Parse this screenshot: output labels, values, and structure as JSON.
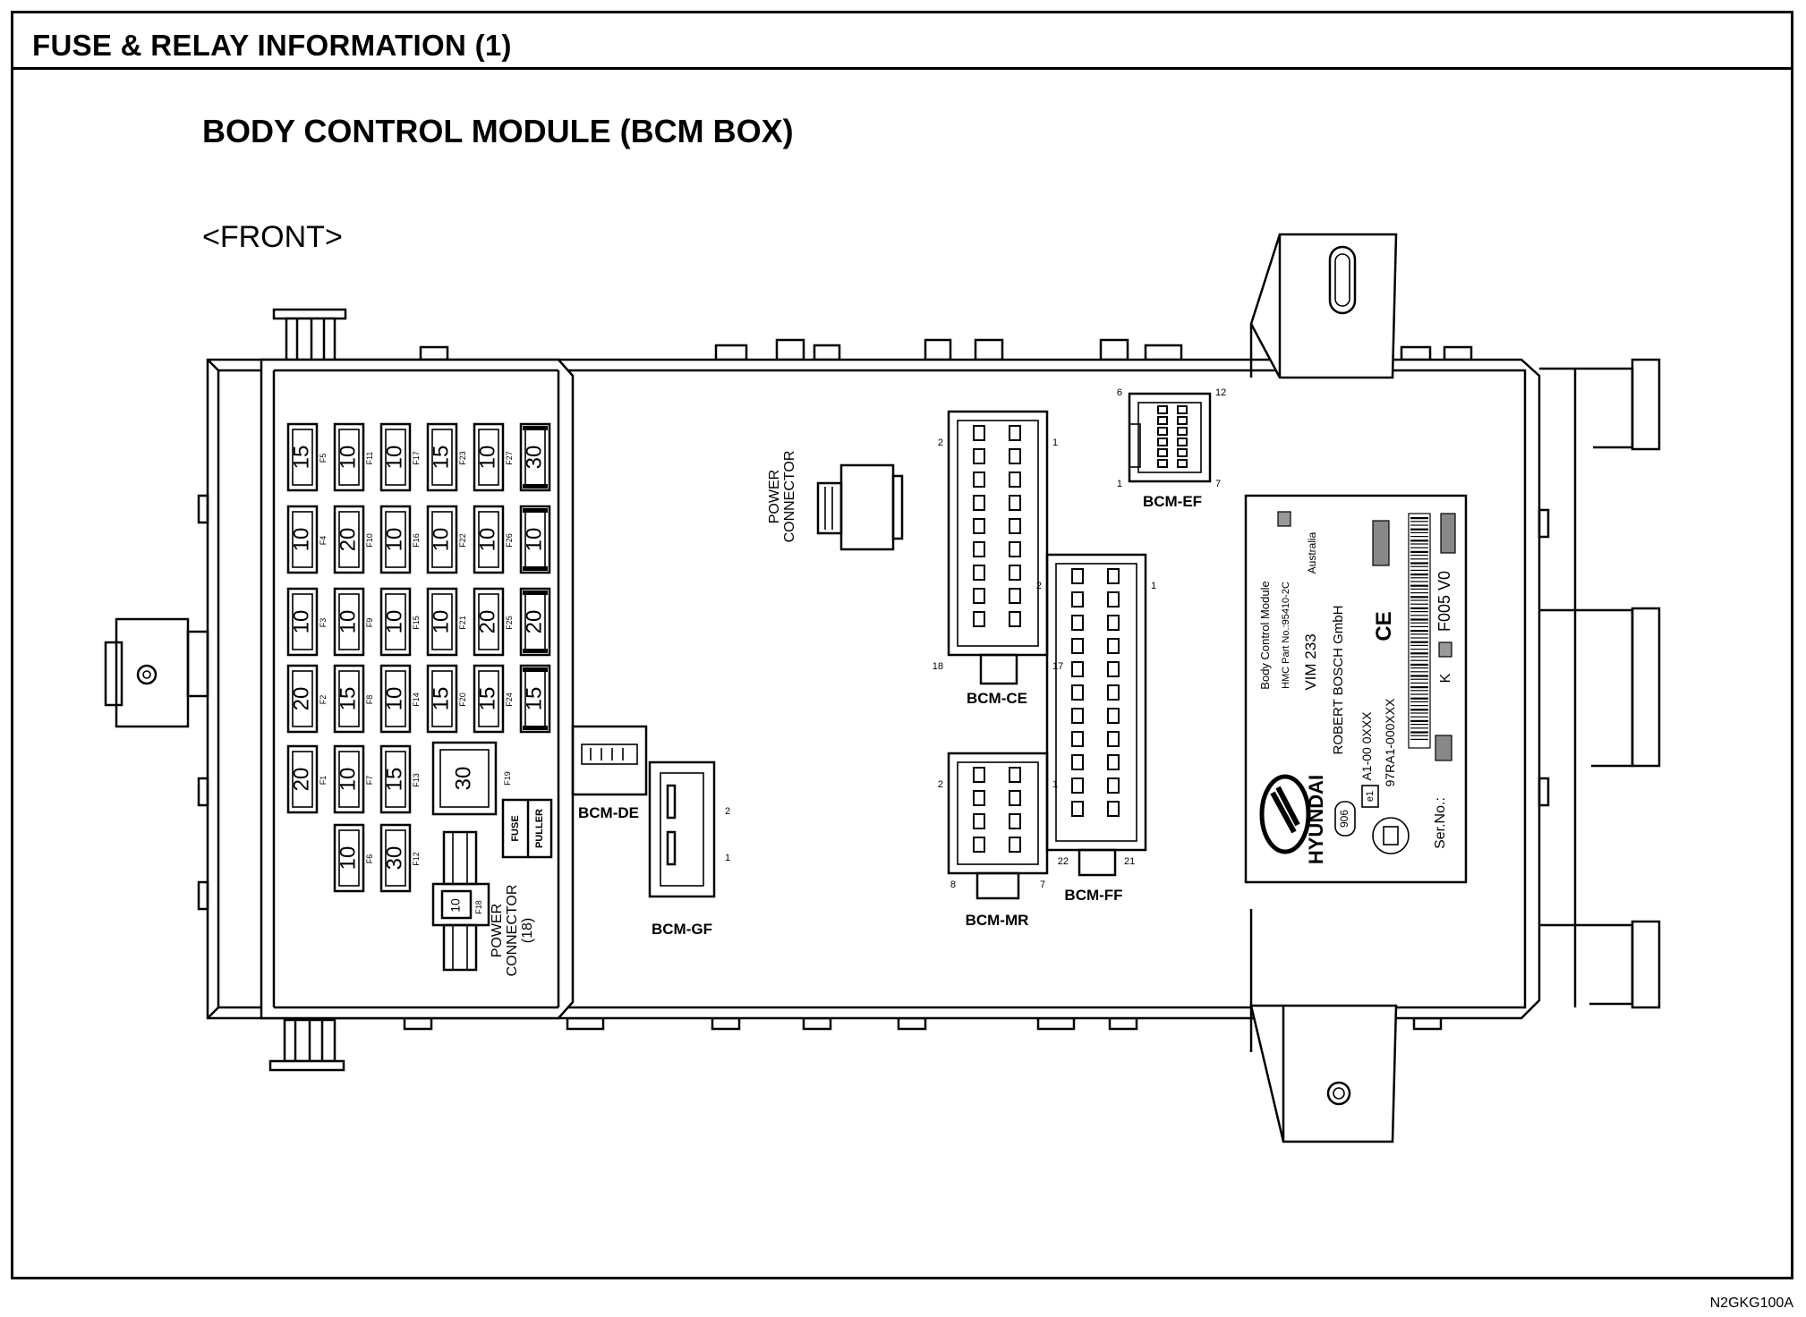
{
  "header": {
    "title": "FUSE & RELAY INFORMATION (1)"
  },
  "diagram": {
    "title": "BODY CONTROL MODULE (BCM BOX)",
    "view": "<FRONT>",
    "figure_code": "N2GKG100A",
    "fuses": [
      {
        "id": "F5",
        "amp": "15",
        "col": 0,
        "row": 0
      },
      {
        "id": "F11",
        "amp": "10",
        "col": 1,
        "row": 0
      },
      {
        "id": "F17",
        "amp": "10",
        "col": 2,
        "row": 0
      },
      {
        "id": "F23",
        "amp": "15",
        "col": 3,
        "row": 0
      },
      {
        "id": "F27",
        "amp": "10",
        "col": 4,
        "row": 0
      },
      {
        "id": "",
        "amp": "30",
        "col": 5,
        "row": 0
      },
      {
        "id": "F4",
        "amp": "10",
        "col": 0,
        "row": 1
      },
      {
        "id": "F10",
        "amp": "20",
        "col": 1,
        "row": 1
      },
      {
        "id": "F16",
        "amp": "10",
        "col": 2,
        "row": 1
      },
      {
        "id": "F22",
        "amp": "10",
        "col": 3,
        "row": 1
      },
      {
        "id": "F26",
        "amp": "10",
        "col": 4,
        "row": 1
      },
      {
        "id": "",
        "amp": "10",
        "col": 5,
        "row": 1
      },
      {
        "id": "F3",
        "amp": "10",
        "col": 0,
        "row": 2
      },
      {
        "id": "F9",
        "amp": "10",
        "col": 1,
        "row": 2
      },
      {
        "id": "F15",
        "amp": "10",
        "col": 2,
        "row": 2
      },
      {
        "id": "F21",
        "amp": "10",
        "col": 3,
        "row": 2
      },
      {
        "id": "F25",
        "amp": "20",
        "col": 4,
        "row": 2
      },
      {
        "id": "",
        "amp": "20",
        "col": 5,
        "row": 2
      },
      {
        "id": "F2",
        "amp": "20",
        "col": 0,
        "row": 3
      },
      {
        "id": "F8",
        "amp": "15",
        "col": 1,
        "row": 3
      },
      {
        "id": "F14",
        "amp": "10",
        "col": 2,
        "row": 3
      },
      {
        "id": "F20",
        "amp": "15",
        "col": 3,
        "row": 3
      },
      {
        "id": "F24",
        "amp": "15",
        "col": 4,
        "row": 3
      },
      {
        "id": "",
        "amp": "15",
        "col": 5,
        "row": 3
      },
      {
        "id": "F1",
        "amp": "20",
        "col": 0,
        "row": 4
      },
      {
        "id": "F7",
        "amp": "10",
        "col": 1,
        "row": 4
      },
      {
        "id": "F13",
        "amp": "15",
        "col": 2,
        "row": 4
      },
      {
        "id": "F6",
        "amp": "10",
        "col": 1,
        "row": 5
      },
      {
        "id": "F12",
        "amp": "30",
        "col": 2,
        "row": 5
      }
    ],
    "big_fuse": {
      "id": "F19",
      "amp": "30"
    },
    "fuse_18": {
      "id": "F18",
      "amp": "10"
    },
    "fuse_puller": {
      "line1": "FUSE",
      "line2": "PULLER"
    },
    "power_connector_top": {
      "line1": "POWER",
      "line2": "CONNECTOR"
    },
    "power_connector_bottom": {
      "line1": "POWER",
      "line2": "CONNECTOR",
      "line3": "(18)"
    },
    "connectors": {
      "ce": {
        "name": "BCM-CE",
        "pin_tl": "2",
        "pin_tr": "1",
        "pin_bl": "18",
        "pin_br": "17"
      },
      "ef": {
        "name": "BCM-EF",
        "pin_tl": "6",
        "pin_tr": "12",
        "pin_bl": "1",
        "pin_br": "7"
      },
      "ff": {
        "name": "BCM-FF",
        "pin_tl": "2",
        "pin_tr": "1",
        "pin_bl": "22",
        "pin_br": "21"
      },
      "mr": {
        "name": "BCM-MR",
        "pin_tl": "2",
        "pin_tr": "1",
        "pin_bl": "8",
        "pin_br": "7"
      },
      "de": {
        "name": "BCM-DE"
      },
      "gf": {
        "name": "BCM-GF",
        "pin_t": "2",
        "pin_b": "1"
      }
    },
    "label_plate": {
      "line1": "Body Control Module",
      "line2": "HMC Part No.:95410-2C",
      "line3": "Australia",
      "line4": "VIM 233",
      "line5": "ROBERT BOSCH GmbH",
      "line6": "A1-00 0XXX",
      "line7": "97RA1-000XXX",
      "line8": "Ser.No.:",
      "brand": "HYUNDAI",
      "code": "906",
      "cert": "CE",
      "e1": "e1",
      "k": "K",
      "version": "F005 V0"
    }
  }
}
